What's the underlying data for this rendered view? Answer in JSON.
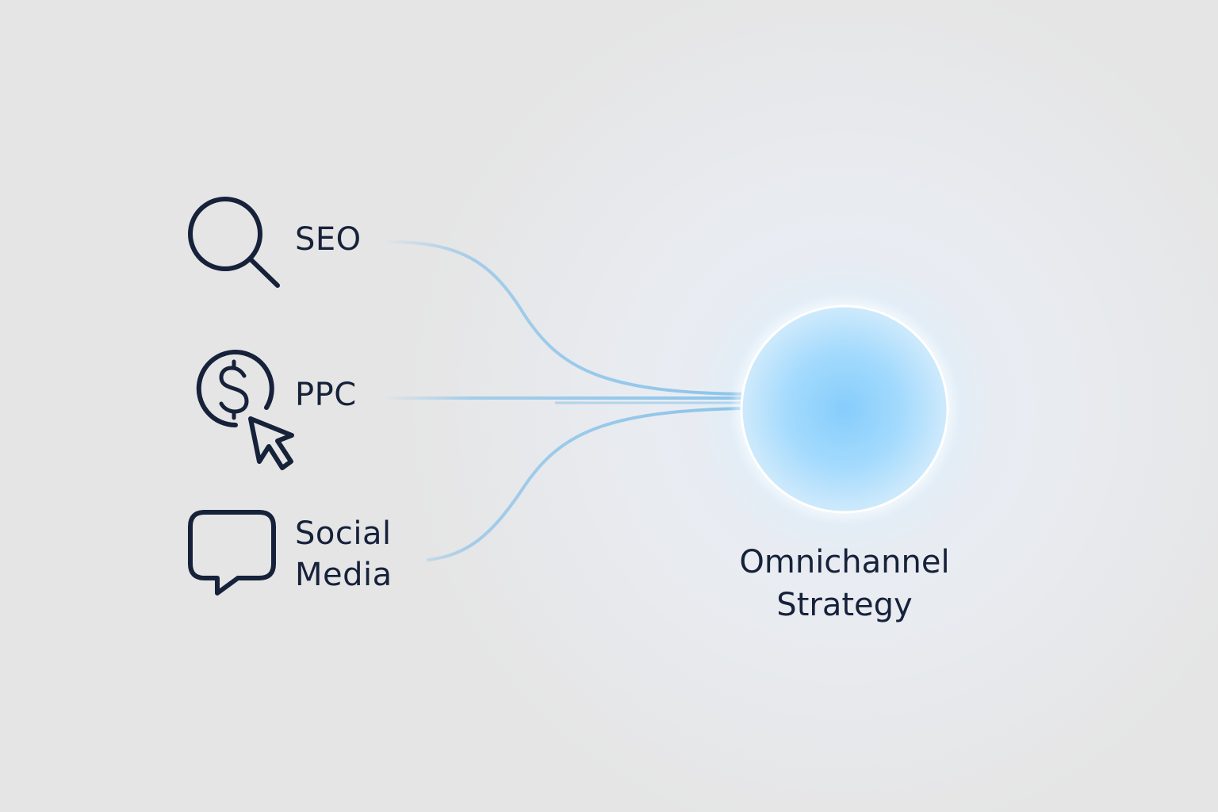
{
  "colors": {
    "background": "#e5e5e5",
    "ink": "#16213a",
    "connector": "#8cc4ea",
    "hub_fill": "#86cdfc",
    "hub_ring": "#ffffff"
  },
  "channels": [
    {
      "label": "SEO",
      "icon": "magnifier-icon"
    },
    {
      "label": "PPC",
      "icon": "dollar-cursor-icon"
    },
    {
      "label_lines": [
        "Social",
        "Media"
      ],
      "icon": "speech-bubble-icon"
    }
  ],
  "hub": {
    "label_lines": [
      "Omnichannel",
      "Strategy"
    ]
  }
}
